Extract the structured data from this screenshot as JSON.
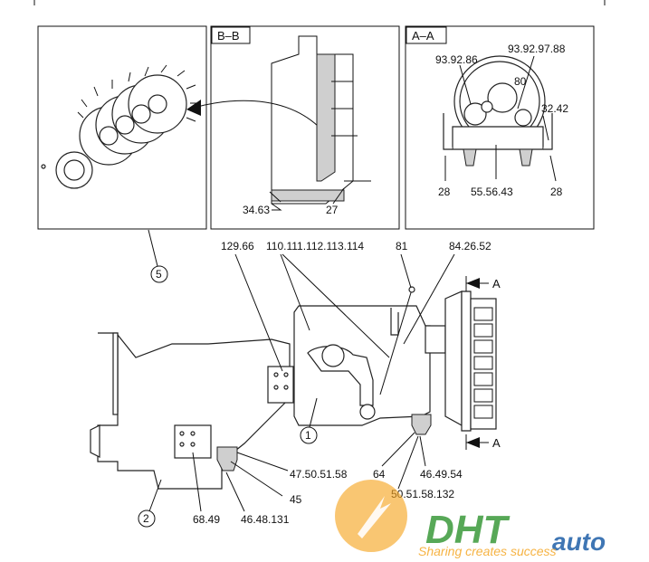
{
  "sections": {
    "bb": "B–B",
    "aa": "A–A",
    "arrow_top": "A",
    "arrow_bottom": "A"
  },
  "callouts": {
    "c5": "5",
    "c1": "1",
    "c2": "2"
  },
  "labels": {
    "bb_left": "34.63",
    "bb_right": "27",
    "aa_tl": "93.92.86",
    "aa_tr": "93.92.97.88",
    "aa_center": "80",
    "aa_right": "32.42",
    "aa_bl": "28",
    "aa_bc": "55.56.43",
    "aa_br": "28",
    "top1": "129.66",
    "top2": "110.111.112.113.114",
    "top3": "81",
    "top4": "84.26.52",
    "b1": "47.50.51.58",
    "b2": "45",
    "b3": "64",
    "b4": "46.49.54",
    "b5": "50.51.58.132",
    "b6": "68.49",
    "b7": "46.48.131"
  },
  "watermark": {
    "brand": "DHT",
    "brand2": "auto",
    "tagline": "Sharing creates success"
  },
  "colors": {
    "line": "#111111",
    "watermark_orange": "#f5a623",
    "watermark_green": "#3a9a3a",
    "watermark_blue": "#1e5fa8"
  }
}
